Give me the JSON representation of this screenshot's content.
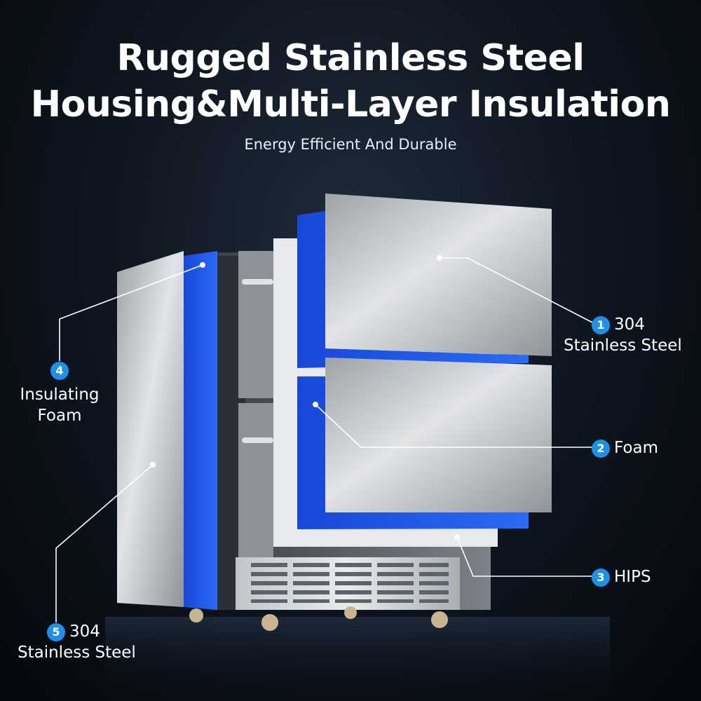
{
  "header": {
    "title_line1": "Rugged Stainless Steel",
    "title_line2": "Housing&Multi-Layer Insulation",
    "subtitle": "Energy Efficient And Durable"
  },
  "callouts": [
    {
      "number": "1",
      "line1": "304",
      "line2": "Stainless Steel"
    },
    {
      "number": "2",
      "line1": "Foam"
    },
    {
      "number": "3",
      "line1": "HIPS"
    },
    {
      "number": "4",
      "line1": "Insulating",
      "line2": "Foam"
    },
    {
      "number": "5",
      "line1": "304",
      "line2": "Stainless Steel"
    }
  ],
  "colors": {
    "background": "#0b111a",
    "accent_blue": "#1e5ef0",
    "badge_blue": "#1e90e6",
    "steel": "#c9cdd1"
  }
}
